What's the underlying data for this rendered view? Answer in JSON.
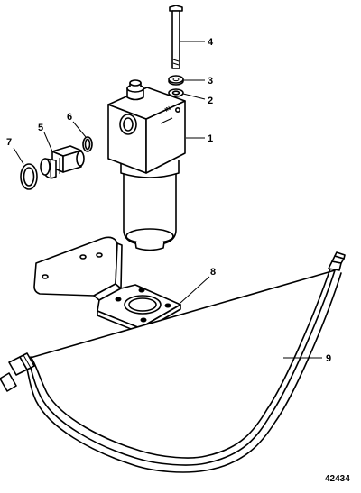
{
  "callouts": [
    {
      "id": "1",
      "text": "1"
    },
    {
      "id": "2",
      "text": "2"
    },
    {
      "id": "3",
      "text": "3"
    },
    {
      "id": "4",
      "text": "4"
    },
    {
      "id": "5",
      "text": "5"
    },
    {
      "id": "6",
      "text": "6"
    },
    {
      "id": "7",
      "text": "7"
    },
    {
      "id": "8",
      "text": "8"
    },
    {
      "id": "9",
      "text": "9"
    }
  ],
  "figure_number": "42434",
  "housing_marking": "IN"
}
